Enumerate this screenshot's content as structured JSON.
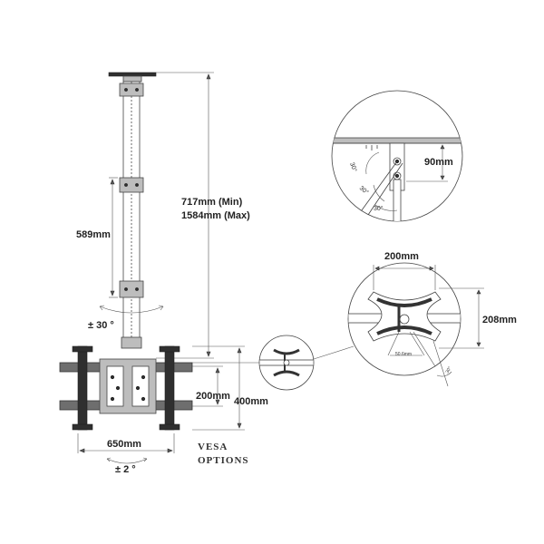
{
  "labels": {
    "min_height": "717mm (Min)",
    "max_height": "1584mm (Max)",
    "pole_length": "589mm",
    "swivel": "± 30 °",
    "tilt": "± 2 °",
    "width_650": "650mm",
    "vesa_200": "200mm",
    "vesa_400": "400mm",
    "top_90": "90mm",
    "width_200": "200mm",
    "height_208": "208mm",
    "angle_30_a": "30°",
    "angle_30_b": "30°",
    "angle_30_c": "30°",
    "small_dim": "50.6mm",
    "angle_30_d": "30°",
    "vesa_line1": "VESA",
    "vesa_line2": "OPTIONS"
  },
  "colors": {
    "line": "#444444",
    "fill_dark": "#2f2f2f",
    "fill_mid": "#6e6e6e",
    "fill_light": "#bdbdbd"
  }
}
